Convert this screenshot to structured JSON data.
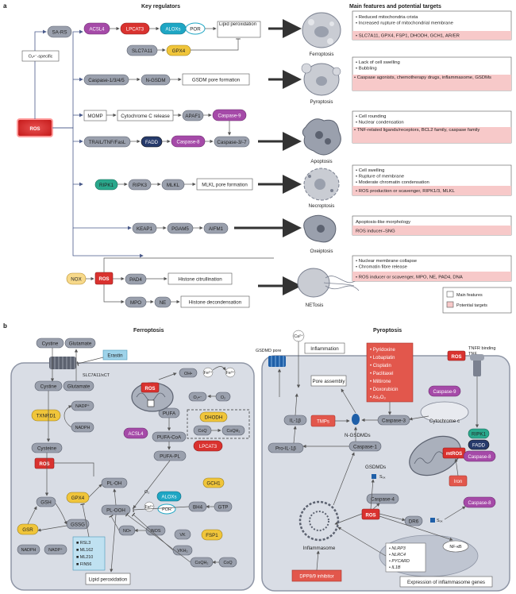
{
  "panel_a": {
    "label": "a",
    "headers": {
      "key_regulators": "Key regulators",
      "main_features": "Main features and potential targets"
    },
    "ros": "ROS",
    "sars": "SA-RS",
    "o2_specific": "O₂•⁻-specific",
    "ferroptosis": {
      "nodes": {
        "acsl4": "ACSL4",
        "lpcat3": "LPCAT3",
        "alox": "ALOXs",
        "por": "POR",
        "slc": "SLC7A11",
        "gpx4": "GPX4",
        "lipid": "Lipid peroxidation"
      },
      "cell": "Ferroptosis",
      "features": [
        "Reduced mitochondria crista",
        "Increased rupture of mitochondrial membrane"
      ],
      "targets": [
        "SLC7A11, GPX4, FSP1, DHODH, GCH1, AR/ER"
      ]
    },
    "pyroptosis": {
      "nodes": {
        "casp": "Caspase-1/3/4/5",
        "ngsdm": "N-GSDM",
        "pore": "GSDM pore formation"
      },
      "cell": "Pyroptosis",
      "features": [
        "Lack of cell swelling",
        "Bubbling"
      ],
      "targets": [
        "Caspase agonists, chemotherapy drugs, inflammasome, GSDMs"
      ]
    },
    "apoptosis": {
      "nodes": {
        "momp": "MOMP",
        "cytc": "Cytochrome C release",
        "apaf": "APAF1",
        "casp9": "Caspase-9",
        "trail": "TRAIL/TNF/FasL",
        "fadd": "FADD",
        "casp8": "Caspase-8",
        "casp37": "Caspase-3/-7"
      },
      "cell": "Apoptosis",
      "features": [
        "Cell rounding",
        "Nuclear condensation"
      ],
      "targets": [
        "TNF-related ligands/receptors, BCL2 family, caspase family"
      ]
    },
    "necroptosis": {
      "nodes": {
        "ripk1": "RIPK1",
        "ripk3": "RIPK3",
        "mlkl": "MLKL",
        "pore": "MLKL pore formation"
      },
      "cell": "Necroptosis",
      "features": [
        "Cell swelling",
        "Rupture of membrane",
        "Moderate chromatin condensation"
      ],
      "targets": [
        "ROS production or scavenger, RIPK1/3, MLKL"
      ]
    },
    "oxeiptosis": {
      "nodes": {
        "keap1": "KEAP1",
        "pgam5": "PGAM5",
        "aifm1": "AIFM1"
      },
      "cell": "Oxeiptosis",
      "features": [
        "Apoptosis-like morphology"
      ],
      "targets": [
        "ROS inducer–SNG"
      ]
    },
    "netosis": {
      "nodes": {
        "nox": "NOX",
        "ros": "ROS",
        "pad4": "PAD4",
        "cit": "Histone citrullination",
        "mpo": "MPO",
        "ne": "NE",
        "decon": "Histone decondensation"
      },
      "cell": "NETosis",
      "features": [
        "Nuclear membrane collapse",
        "Chromatin fibre release"
      ],
      "targets": [
        "ROS inducer or scavenger, MPO, NE, PAD4, DNA"
      ]
    },
    "legend": {
      "main": "Main features",
      "potential": "Potential targets"
    }
  },
  "panel_b": {
    "label": "b",
    "ferroptosis": {
      "title": "Ferroptosis",
      "cystine1": "Cystine",
      "glutamate1": "Glutamate",
      "erastin": "Erastin",
      "slc": "SLC7A11/xCT",
      "cystine2": "Cystine",
      "glutamate2": "Glutamate",
      "txnrd1": "TXNRD1",
      "nadp_plus1": "NADP⁺",
      "nadph1": "NADPH",
      "cysteine": "Cysteine",
      "ros_left": "ROS",
      "gsh": "GSH",
      "gpx4": "GPX4",
      "gsr": "GSR",
      "gssg": "GSSG",
      "nadph2": "NADPH",
      "nadp_plus2": "NADP⁺",
      "inhibitors": [
        "RSL3",
        "ML162",
        "ML210",
        "FIN56"
      ],
      "pl_oh": "PL-OH",
      "pl_ooh": "PL-OOH",
      "pufa": "PUFA",
      "acsl4": "ACSL4",
      "pufa_coa": "PUFA-CoA",
      "pufa_pl": "PUFA-PL",
      "lpcat3": "LPCAT3",
      "ros_mito": "ROS",
      "oh": "OH•",
      "fe2a": "Fe²⁺",
      "fe3a": "Fe³⁺",
      "o2r": "O₂•⁻",
      "o2": "O₂",
      "dhodh": "DHODH",
      "coq1": "CoQ",
      "coqh2a": "CoQH₂",
      "o2b": "O₂",
      "fe2b": "Fe²⁺",
      "alox": "ALOXs",
      "por": "POR",
      "gch1": "GCH1",
      "bh4": "BH4",
      "gtp": "GTP",
      "no": "NO•",
      "inos": "iNOS",
      "vk": "VK",
      "vkh2": "VKH₂",
      "fsp1": "FSP1",
      "coqh2b": "CoQH₂",
      "coq2": "CoQ",
      "lipid": "Lipid peroxidation"
    },
    "pyroptosis": {
      "title": "Pyroptosis",
      "ca": "Ca²⁺",
      "gsdmd_pore": "GSDMD pore",
      "inflammation": "Inflammation",
      "pore_assembly": "Pore assembly",
      "drugs": [
        "Pyridoxine",
        "Lobaplatin",
        "Cisplatin",
        "Paclitaxel",
        "Miltirone",
        "Doxorubicin",
        "As₂O₃"
      ],
      "ros_tr": "ROS",
      "tnfr": "TNFR binding TNF",
      "il1b": "IL-1β",
      "pro_il1b": "Pro-IL-1β",
      "tmps": "TMPs",
      "casp3": "Caspase-3",
      "casp9": "Caspase-9",
      "cytc": "Cytochrome c",
      "ngsdmds": "N-GSDMDs",
      "casp1": "Caspase-1",
      "gsdmds": "GSDMDs",
      "sox1": "Sₒₓ",
      "mtros": "mtROS",
      "iron": "Iron",
      "ripk1": "RIPK1",
      "fadd": "FADD",
      "casp8a": "Caspase-8",
      "casp8b": "Caspase-8",
      "casp4": "Caspase-4",
      "dr6": "DR6",
      "sox2": "Sₒₓ",
      "ros_mid": "ROS",
      "nfkb": "NF-κB",
      "genes": [
        "NLRP3",
        "NLRC4",
        "PYCARD",
        "IL1B"
      ],
      "inflammasome": "Inflammasome",
      "dpp": "DPP8/9 inhibitor",
      "expr": "Expression of inflammasome genes"
    }
  }
}
